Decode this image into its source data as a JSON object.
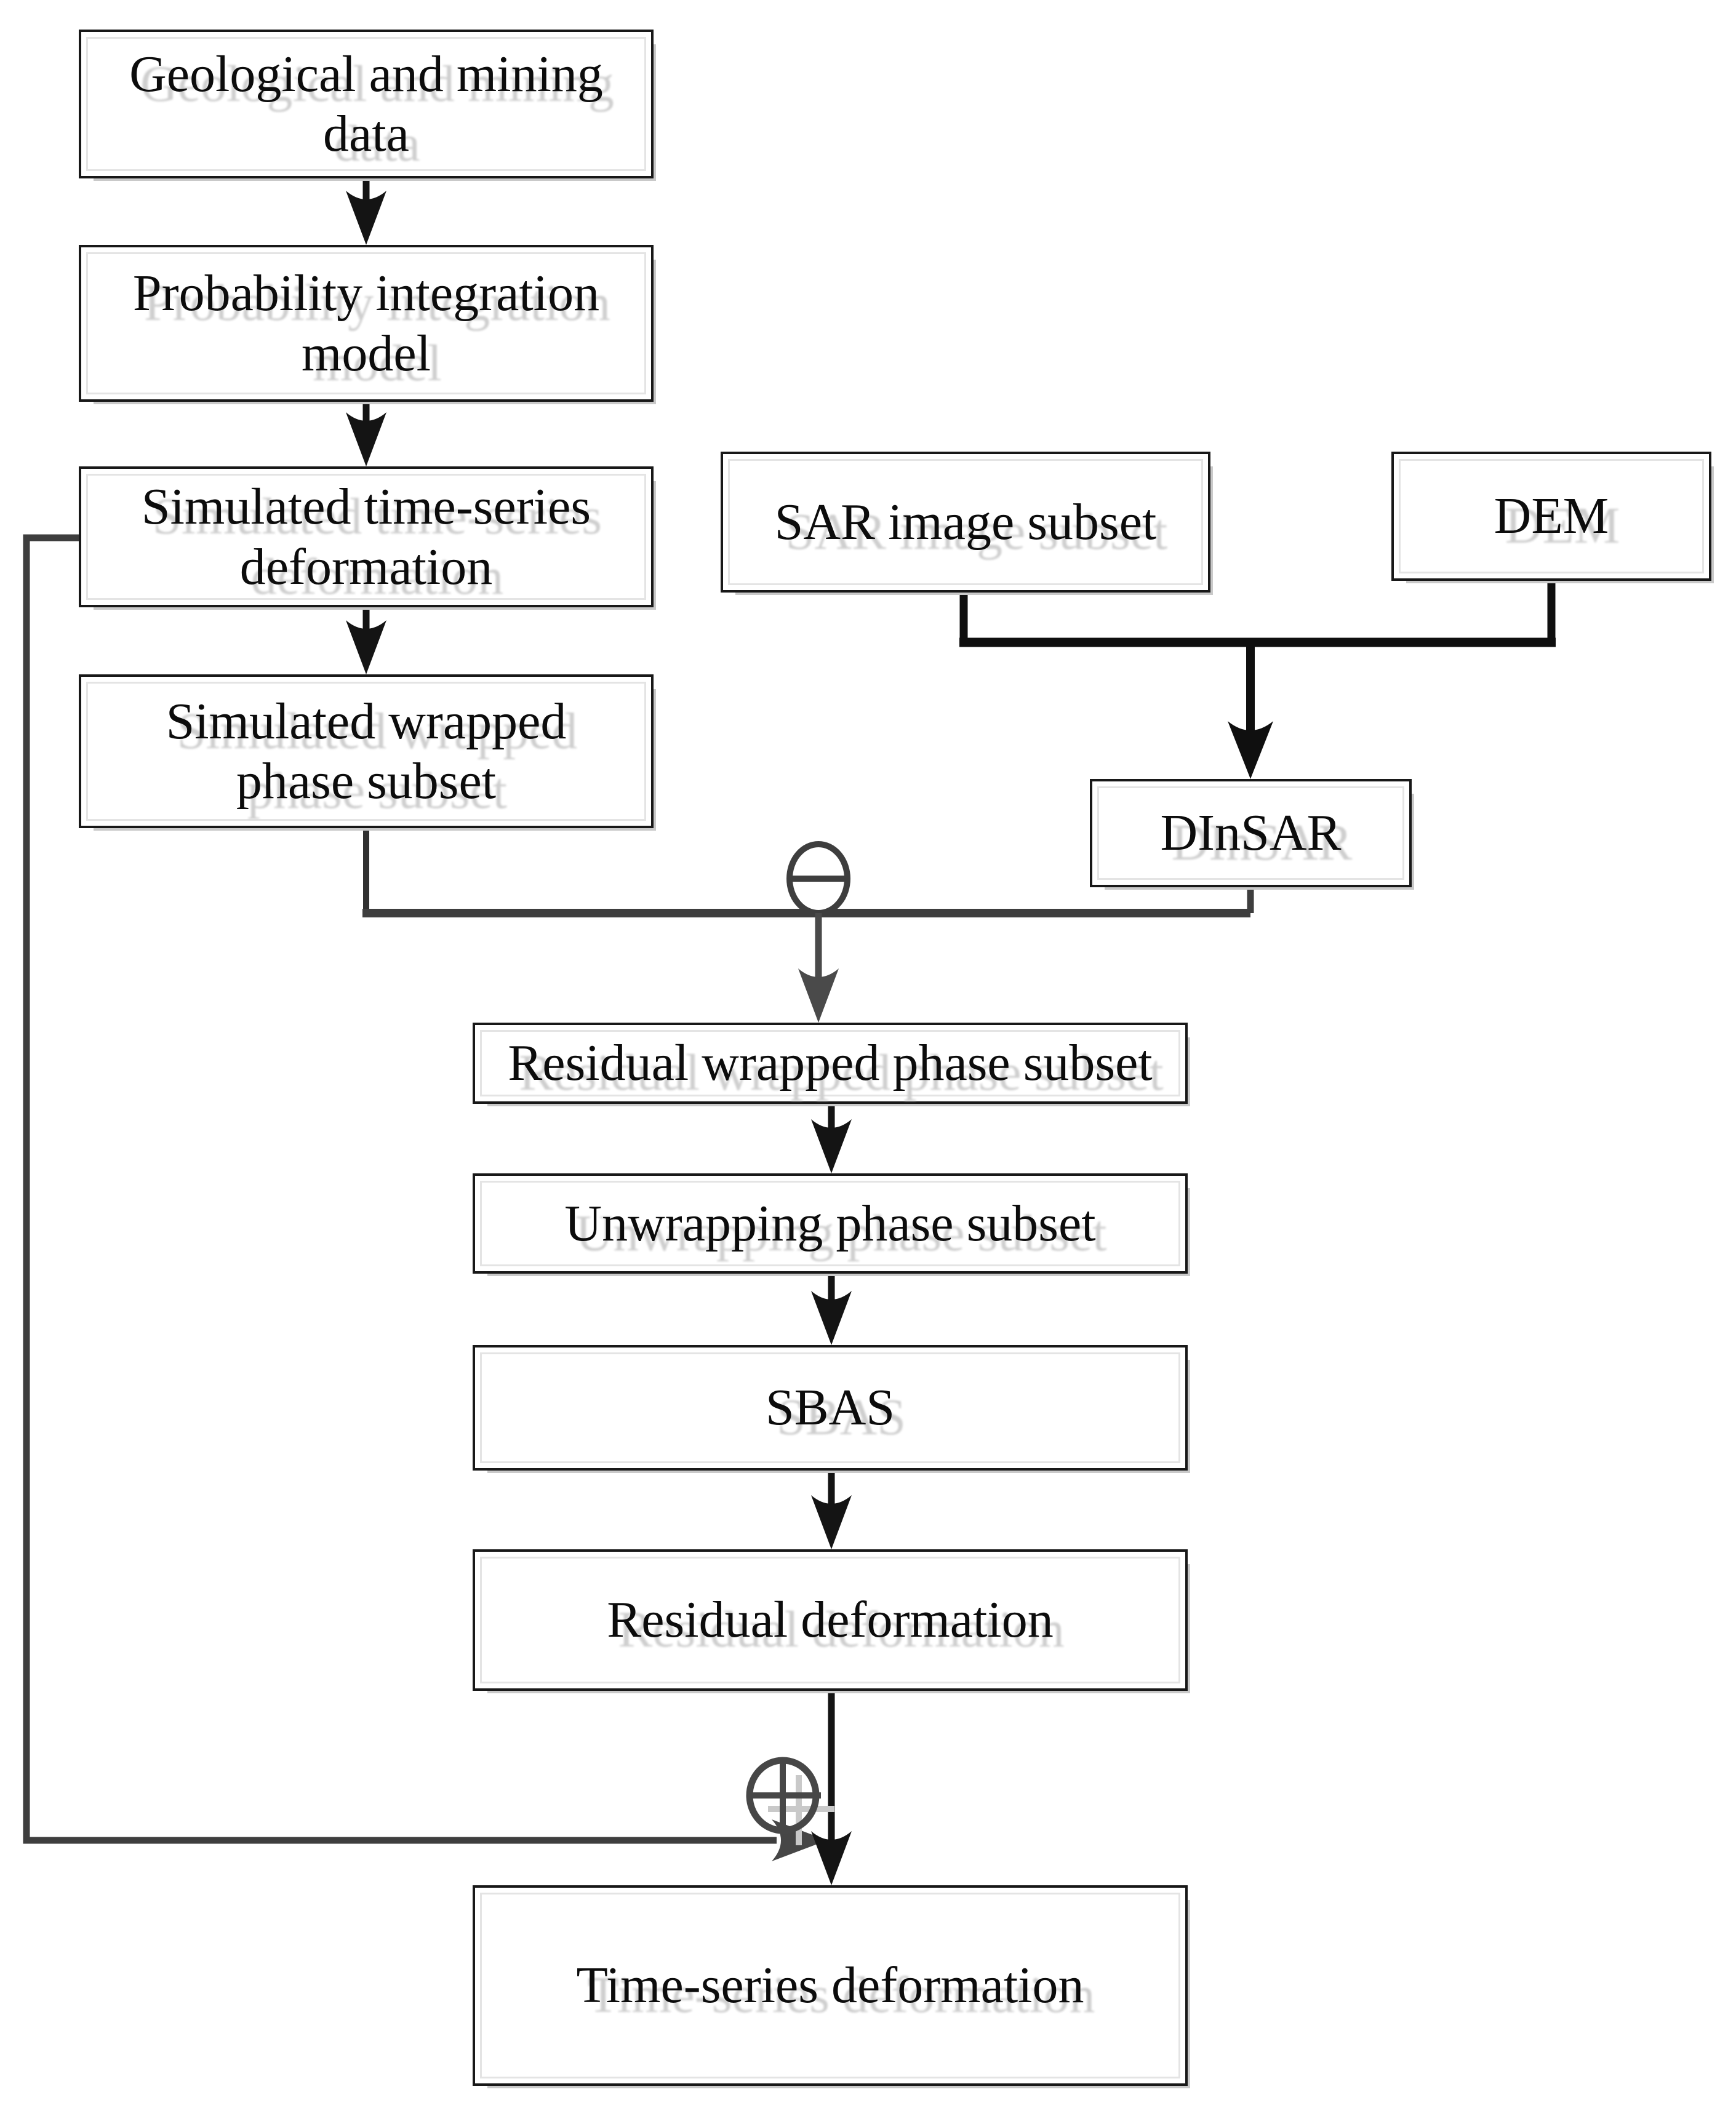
{
  "nodes": {
    "geological": "Geological and mining\ndata",
    "probability": "Probability integration\nmodel",
    "simulated_ts": "Simulated time-series\ndeformation",
    "simulated_wrapped": "Simulated wrapped\nphase subset",
    "sar": "SAR image subset",
    "dem": "DEM",
    "dinsar": "DInSAR",
    "residual_wrapped": "Residual wrapped phase subset",
    "unwrapping": "Unwrapping phase subset",
    "sbas": "SBAS",
    "residual_deformation": "Residual deformation",
    "time_series": "Time-series deformation"
  },
  "operators": {
    "minus": "−",
    "plus": "+"
  },
  "colors": {
    "background": "#ffffff",
    "box_border": "#181818",
    "arrow_black": "#141414",
    "line_gray": "#3e3e3e",
    "shadow_gray": "#c9c9c9",
    "text": "#0c0c0c"
  }
}
